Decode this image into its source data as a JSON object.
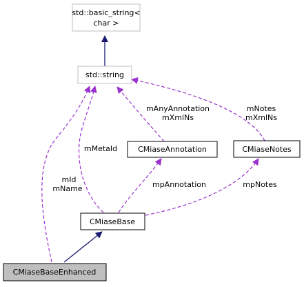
{
  "nodes": {
    "basic_string": {
      "line1": "std::basic_string<",
      "line2": "char >"
    },
    "string": {
      "label": "std::string"
    },
    "annotation": {
      "label": "CMiaseAnnotation"
    },
    "notes": {
      "label": "CMiaseNotes"
    },
    "base": {
      "label": "CMiaseBase"
    },
    "enhanced": {
      "label": "CMiaseBaseEnhanced"
    }
  },
  "edges": {
    "annotation_to_string": {
      "line1": "mAnyAnnotation",
      "line2": "mXmlNs"
    },
    "notes_to_string": {
      "line1": "mNotes",
      "line2": "mXmlNs"
    },
    "base_to_string": {
      "label": "mMetaId"
    },
    "enhanced_to_string": {
      "line1": "mId",
      "line2": "mName"
    },
    "base_to_annotation": {
      "label": "mpAnnotation"
    },
    "base_to_notes": {
      "label": "mpNotes"
    }
  },
  "colors": {
    "inheritance": "#191970",
    "usage": "#9a32cd",
    "external_border": "#bfbfbf",
    "node_border": "#000000",
    "highlight_fill": "#bfbfbf"
  }
}
